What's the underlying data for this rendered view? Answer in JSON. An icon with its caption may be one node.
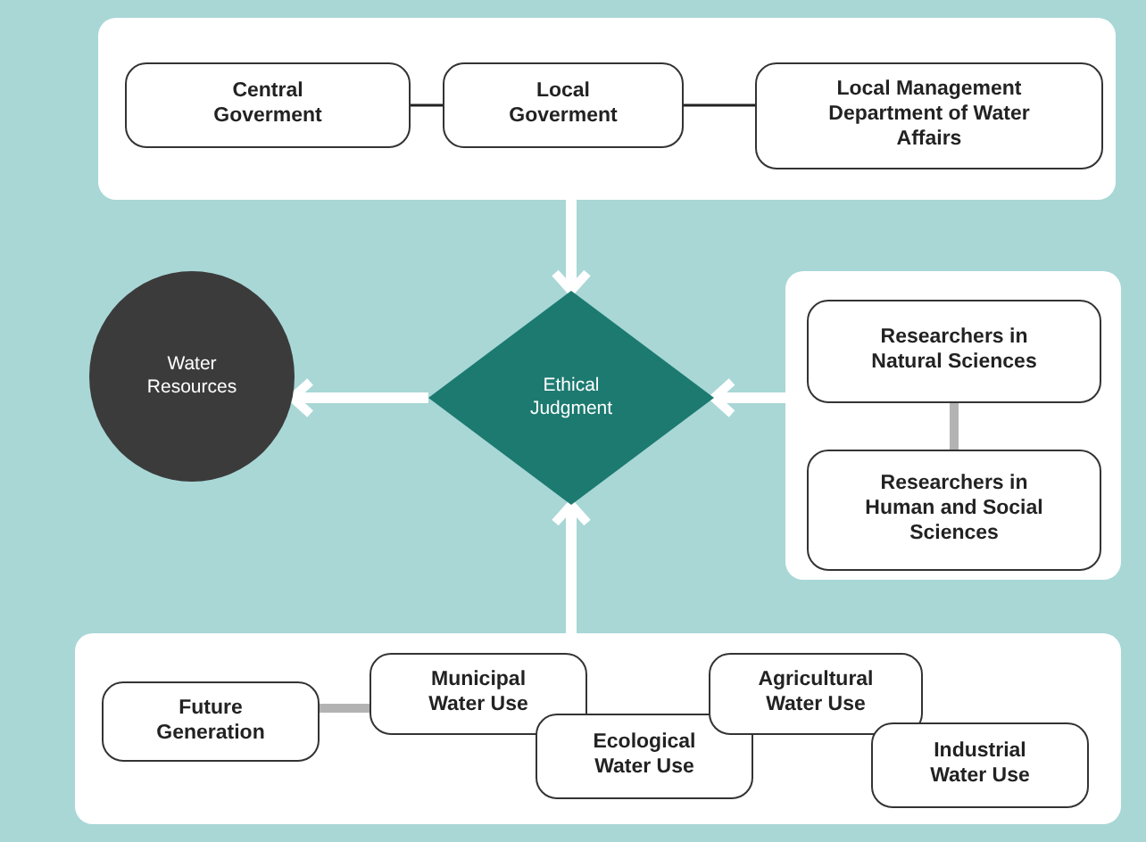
{
  "diagram": {
    "nodes": [
      {
        "text": [],
        "shape": "box"
      },
      {
        "text": [
          "Central Goverment"
        ],
        "in": 0
      },
      {
        "text": [
          "Local Goverment"
        ],
        "in": 0
      },
      {
        "text": [
          "Local Management Department of Water Affairs"
        ],
        "in": 0
      },
      {
        "text": [
          "Water Resources"
        ]
      },
      {
        "text": [
          "Ethical Judgment"
        ]
      },
      {
        "text": [],
        "shape": "box"
      },
      {
        "text": [
          "Researchers in Natural Sciences"
        ],
        "in": 6
      },
      {
        "text": [
          "Researchers in Human and Social Sciences"
        ],
        "in": 6
      },
      {
        "text": [],
        "shape": "box"
      },
      {
        "text": [
          "Future Generation"
        ],
        "in": 9
      },
      {
        "text": [
          "Municipal Water Use"
        ],
        "in": 9
      },
      {
        "text": [
          "Ecological Water Use"
        ],
        "in": 9
      },
      {
        "text": [
          "Agricultural Water Use"
        ],
        "in": 9
      },
      {
        "text": [
          "Industrial Water Use"
        ],
        "in": 9
      }
    ],
    "edges": [
      {
        "from": 1,
        "to": 2,
        "arrow": "none",
        "color": "#222222"
      },
      {
        "from": 2,
        "to": 3,
        "arrow": "none",
        "color": "#222222"
      },
      {
        "from": 0,
        "to": 5,
        "arrow": "to"
      },
      {
        "from": 6,
        "to": 5,
        "arrow": "to"
      },
      {
        "from": 9,
        "to": 5,
        "arrow": "to"
      },
      {
        "from": 5,
        "to": 4,
        "arrow": "to"
      },
      {
        "from": 7,
        "to": 8,
        "arrow": "none",
        "color": "#b3b3b3"
      },
      {
        "from": 10,
        "to": 11,
        "arrow": "none",
        "color": "#b3b3b3"
      }
    ]
  }
}
